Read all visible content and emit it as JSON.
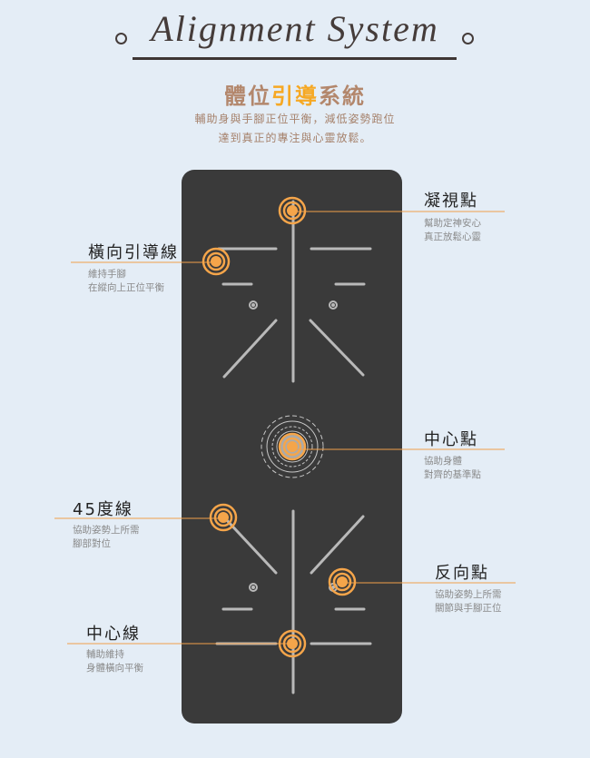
{
  "header": {
    "title": "Alignment System",
    "heading_part1": "體位",
    "heading_highlight": "引導",
    "heading_part2": "系統",
    "subtitle_line1": "輔助身與手腳正位平衡，減低姿勢跑位",
    "subtitle_line2": "達到真正的專注與心靈放鬆。"
  },
  "callouts": [
    {
      "title": "凝視點",
      "desc1": "幫助定神安心",
      "desc2": "真正放鬆心靈"
    },
    {
      "title": "橫向引導線",
      "desc1": "維持手腳",
      "desc2": "在縱向上正位平衡"
    },
    {
      "title": "中心點",
      "desc1": "協助身體",
      "desc2": "對齊的基準點"
    },
    {
      "title": "45度線",
      "desc1": "協助姿勢上所需",
      "desc2": "腳部對位"
    },
    {
      "title": "反向點",
      "desc1": "協助姿勢上所需",
      "desc2": "關節與手腳正位"
    },
    {
      "title": "中心線",
      "desc1": "輔助維持",
      "desc2": "身體橫向平衡"
    }
  ],
  "colors": {
    "accent": "#f5a54a",
    "mat": "#3a3a3a",
    "lines": "#b9b9b9",
    "background": "#e4edf6"
  }
}
